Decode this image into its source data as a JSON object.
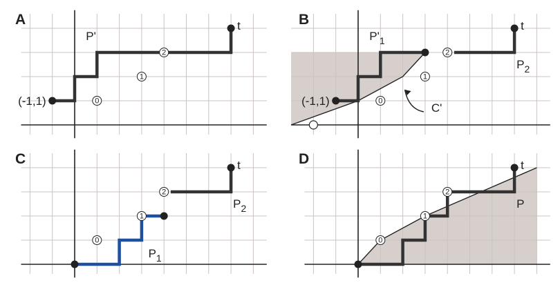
{
  "colors": {
    "path": "#333333",
    "highlight_path": "#1f4f9f",
    "shade": "#d6cfcc",
    "grid": "#cbc3c1"
  },
  "panels": [
    {
      "id": "A",
      "letter": "A",
      "path": [
        [
          -1,
          1
        ],
        [
          0,
          1
        ],
        [
          0,
          2
        ],
        [
          1,
          2
        ],
        [
          1,
          3
        ],
        [
          7,
          3
        ],
        [
          7,
          4
        ]
      ],
      "dots": [
        [
          -1,
          1
        ],
        [
          7,
          4
        ]
      ],
      "circles": [
        {
          "label": "0",
          "at": [
            1,
            1
          ]
        },
        {
          "label": "1",
          "at": [
            3,
            2
          ]
        },
        {
          "label": "2",
          "at": [
            4,
            3
          ]
        }
      ],
      "texts": [
        {
          "text": "(-1,1)",
          "at": [
            -1,
            1
          ],
          "pos": "left"
        },
        {
          "text": "t",
          "at": [
            7,
            4
          ],
          "pos": "right"
        },
        {
          "text": "P'",
          "at": [
            1,
            3
          ],
          "pos": "above-left"
        }
      ]
    },
    {
      "id": "B",
      "letter": "B",
      "shade": [
        [
          -3,
          0
        ],
        [
          0,
          1
        ],
        [
          2,
          2
        ],
        [
          3,
          3
        ],
        [
          -3,
          3
        ]
      ],
      "curve": [
        [
          -3,
          0
        ],
        [
          0,
          1
        ],
        [
          2,
          2
        ],
        [
          3,
          3
        ]
      ],
      "path": [
        [
          -1,
          1
        ],
        [
          0,
          1
        ],
        [
          0,
          2
        ],
        [
          1,
          2
        ],
        [
          1,
          3
        ],
        [
          3,
          3
        ]
      ],
      "path2": [
        [
          4.3,
          3
        ],
        [
          7,
          3
        ],
        [
          7,
          4
        ]
      ],
      "dots": [
        [
          -1,
          1
        ],
        [
          3,
          3
        ],
        [
          7,
          4
        ]
      ],
      "open_dots": [
        [
          -2,
          0
        ]
      ],
      "circles": [
        {
          "label": "0",
          "at": [
            1,
            1
          ]
        },
        {
          "label": "1",
          "at": [
            3,
            2
          ]
        },
        {
          "label": "2",
          "at": [
            4,
            3
          ]
        }
      ],
      "texts": [
        {
          "text": "(-1,1)",
          "at": [
            -1,
            1
          ],
          "pos": "left"
        },
        {
          "text": "t",
          "at": [
            7,
            4
          ],
          "pos": "right"
        },
        {
          "text": "P'",
          "sub": "1",
          "at": [
            1,
            3
          ],
          "pos": "above-left"
        },
        {
          "text": "P",
          "sub": "2",
          "at": [
            7,
            3
          ],
          "pos": "below-right"
        },
        {
          "text": "C'",
          "at": [
            3,
            0.6
          ],
          "pos": "right"
        }
      ],
      "arrow": {
        "from": [
          3,
          0.6
        ],
        "to": [
          2,
          1.6
        ]
      }
    },
    {
      "id": "C",
      "letter": "C",
      "highlight_path": [
        [
          0,
          0
        ],
        [
          2,
          0
        ],
        [
          2,
          1
        ],
        [
          3,
          1
        ],
        [
          3,
          2
        ],
        [
          4,
          2
        ]
      ],
      "path": [
        [
          4.3,
          3
        ],
        [
          7,
          3
        ],
        [
          7,
          4
        ]
      ],
      "dots": [
        [
          0,
          0
        ],
        [
          4,
          2
        ],
        [
          7,
          4
        ]
      ],
      "circles": [
        {
          "label": "0",
          "at": [
            1,
            1
          ]
        },
        {
          "label": "1",
          "at": [
            3,
            2
          ]
        },
        {
          "label": "2",
          "at": [
            4,
            3
          ]
        }
      ],
      "texts": [
        {
          "text": "t",
          "at": [
            7,
            4
          ],
          "pos": "right"
        },
        {
          "text": "P",
          "sub": "1",
          "at": [
            3.3,
            0.8
          ],
          "pos": "below"
        },
        {
          "text": "P",
          "sub": "2",
          "at": [
            7,
            3
          ],
          "pos": "below-right"
        }
      ]
    },
    {
      "id": "D",
      "letter": "D",
      "shade": [
        [
          0,
          0
        ],
        [
          1,
          1
        ],
        [
          3,
          2
        ],
        [
          8,
          4
        ],
        [
          8,
          0
        ]
      ],
      "curve": [
        [
          0,
          0
        ],
        [
          1,
          1
        ],
        [
          3,
          2
        ],
        [
          8,
          4
        ]
      ],
      "path": [
        [
          0,
          0
        ],
        [
          2,
          0
        ],
        [
          2,
          1
        ],
        [
          3,
          1
        ],
        [
          3,
          2
        ],
        [
          4,
          2
        ],
        [
          4,
          3
        ],
        [
          7,
          3
        ],
        [
          7,
          4
        ]
      ],
      "dots": [
        [
          0,
          0
        ],
        [
          7,
          4
        ]
      ],
      "circles": [
        {
          "label": "0",
          "at": [
            1,
            1
          ]
        },
        {
          "label": "1",
          "at": [
            3,
            2
          ]
        },
        {
          "label": "2",
          "at": [
            4,
            3
          ]
        }
      ],
      "texts": [
        {
          "text": "t",
          "at": [
            7,
            4
          ],
          "pos": "right"
        },
        {
          "text": "P",
          "at": [
            7,
            3
          ],
          "pos": "below-right"
        }
      ]
    }
  ]
}
